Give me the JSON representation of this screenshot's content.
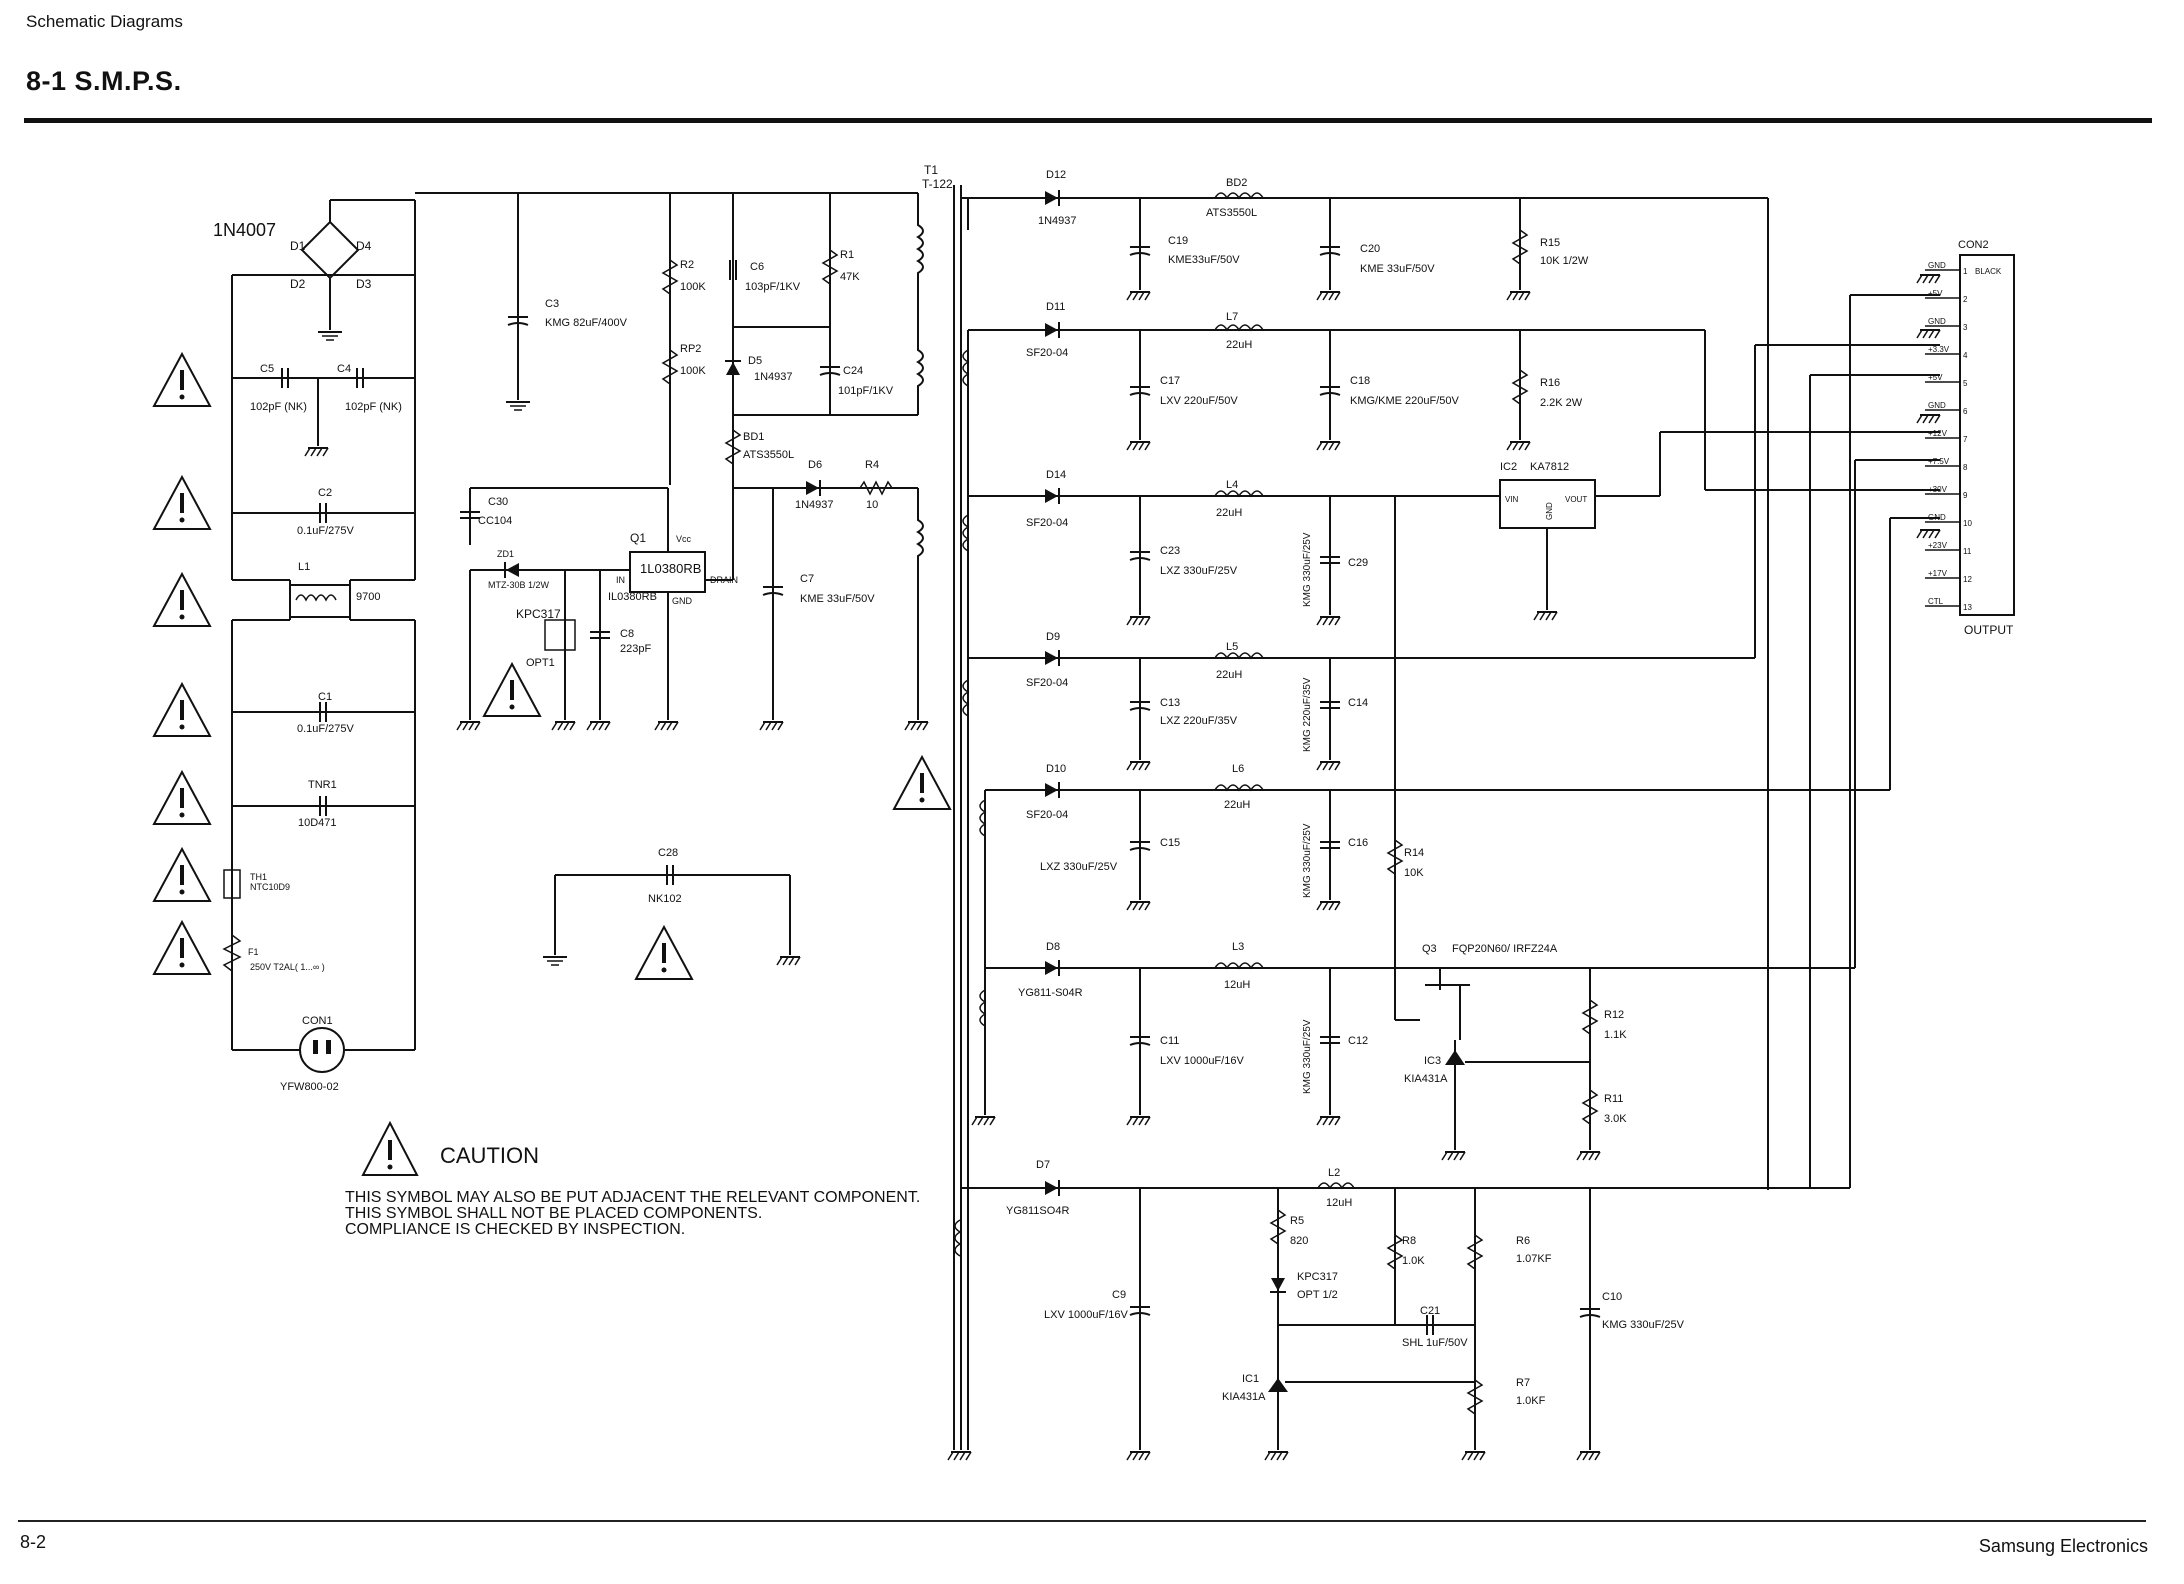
{
  "header": {
    "section_label": "Schematic Diagrams",
    "title": "8-1  S.M.P.S."
  },
  "footer": {
    "page_number": "8-2",
    "publisher": "Samsung Electronics"
  },
  "caution": {
    "title": "CAUTION",
    "lines": [
      "THIS SYMBOL MAY ALSO BE PUT ADJACENT THE RELEVANT COMPONENT.",
      "THIS SYMBOL SHALL NOT BE PLACED COMPONENTS.",
      "COMPLIANCE IS CHECKED BY INSPECTION."
    ]
  },
  "labels": {
    "bridge": "1N4007",
    "d1": "D1",
    "d2": "D2",
    "d3": "D3",
    "d4": "D4",
    "c5": "C5",
    "c5v": "102pF (NK)",
    "c4": "C4",
    "c4v": "102pF (NK)",
    "c2": "C2",
    "c2v": "0.1uF/275V",
    "l1": "L1",
    "l1v": "9700",
    "c1": "C1",
    "c1v": "0.1uF/275V",
    "tnr1": "TNR1",
    "tnr1v": "10D471",
    "th1": "TH1",
    "th1v": "NTC10D9",
    "f1": "F1",
    "f1v": "250V T2AL( 1...∞ )",
    "con1": "CON1",
    "con1v": "YFW800-02",
    "c3": "C3",
    "c3v": "KMG 82uF/400V",
    "r2": "R2",
    "r2v": "100K",
    "rp2": "RP2",
    "rp2v": "100K",
    "c6": "C6",
    "c6v": "103pF/1KV",
    "r1": "R1",
    "r1v": "47K",
    "d5": "D5",
    "d5v": "1N4937",
    "c24": "C24",
    "c24v": "101pF/1KV",
    "bd1": "BD1",
    "bd1v": "ATS3550L",
    "d6": "D6",
    "d6v": "1N4937",
    "r4": "R4",
    "r4v": "10",
    "c7": "C7",
    "c7v": "KME 33uF/50V",
    "c30": "C30",
    "c30v": "CC104",
    "zd1": "ZD1",
    "zd1v": "MTZ-30B 1/2W",
    "kpc317": "KPC317",
    "opt1": "OPT1",
    "c8": "C8",
    "c8v": "223pF",
    "q1": "Q1",
    "q1v": "1L0380RB",
    "q1sub": "IL0380RB",
    "q1vcc": "Vcc",
    "q1in": "IN",
    "q1drain": "DRAIN",
    "q1gnd": "GND",
    "c28": "C28",
    "c28v": "NK102",
    "t1": "T1",
    "t1v": "T-122",
    "d12": "D12",
    "d12v": "1N4937",
    "c19": "C19",
    "c19v": "KME33uF/50V",
    "bd2": "BD2",
    "bd2v": "ATS3550L",
    "c20": "C20",
    "c20v": "KME 33uF/50V",
    "r15": "R15",
    "r15v": "10K 1/2W",
    "d11": "D11",
    "d11v": "SF20-04",
    "l7": "L7",
    "l7v": "22uH",
    "c17": "C17",
    "c17v": "LXV 220uF/50V",
    "c18": "C18",
    "c18v": "KMG/KME 220uF/50V",
    "r16": "R16",
    "r16v": "2.2K 2W",
    "d14": "D14",
    "d14v": "SF20-04",
    "l4": "L4",
    "l4v": "22uH",
    "c23": "C23",
    "c23v": "LXZ 330uF/25V",
    "c29": "C29",
    "c29v": "KMG 330uF/25V",
    "ic2": "IC2",
    "ic2v": "KA7812",
    "ic2vin": "VIN",
    "ic2vout": "VOUT",
    "ic2gnd": "GND",
    "d9": "D9",
    "d9v": "SF20-04",
    "l5": "L5",
    "l5v": "22uH",
    "c13": "C13",
    "c13v": "LXZ 220uF/35V",
    "c14": "C14",
    "c14v": "KMG 220uF/35V",
    "d10": "D10",
    "d10v": "SF20-04",
    "l6": "L6",
    "l6v": "22uH",
    "c15": "C15",
    "c15v": "LXZ 330uF/25V",
    "c16": "C16",
    "c16v": "KMG 330uF/25V",
    "r14": "R14",
    "r14v": "10K",
    "d8": "D8",
    "d8v": "YG811-S04R",
    "l3": "L3",
    "l3v": "12uH",
    "c11": "C11",
    "c11v": "LXV 1000uF/16V",
    "c12": "C12",
    "c12v": "KMG 330uF/25V",
    "q3": "Q3",
    "q3v": "FQP20N60/ IRFZ24A",
    "r12": "R12",
    "r12v": "1.1K",
    "ic3": "IC3",
    "ic3v": "KIA431A",
    "r11": "R11",
    "r11v": "3.0K",
    "d7": "D7",
    "d7v": "YG811SO4R",
    "l2": "L2",
    "l2v": "12uH",
    "r5": "R5",
    "r5v": "820",
    "kpc317b": "KPC317",
    "opt12": "OPT 1/2",
    "r8": "R8",
    "r8v": "1.0K",
    "r6": "R6",
    "r6v": "1.07KF",
    "c9": "C9",
    "c9v": "LXV 1000uF/16V",
    "c21": "C21",
    "c21v": "SHL 1uF/50V",
    "c10": "C10",
    "c10v": "KMG 330uF/25V",
    "ic1": "IC1",
    "ic1v": "KIA431A",
    "r7": "R7",
    "r7v": "1.0KF",
    "con2": "CON2",
    "output": "OUTPUT"
  },
  "con2_pins": [
    {
      "num": "1",
      "name": "GND",
      "extra": "BLACK"
    },
    {
      "num": "2",
      "name": "+5V",
      "extra": ""
    },
    {
      "num": "3",
      "name": "GND",
      "extra": ""
    },
    {
      "num": "4",
      "name": "+3.3V",
      "extra": ""
    },
    {
      "num": "5",
      "name": "+5V",
      "extra": ""
    },
    {
      "num": "6",
      "name": "GND",
      "extra": ""
    },
    {
      "num": "7",
      "name": "+12V",
      "extra": ""
    },
    {
      "num": "8",
      "name": "+7.5V",
      "extra": ""
    },
    {
      "num": "9",
      "name": "+30V",
      "extra": ""
    },
    {
      "num": "10",
      "name": "GND",
      "extra": ""
    },
    {
      "num": "11",
      "name": "+23V",
      "extra": ""
    },
    {
      "num": "12",
      "name": "+17V",
      "extra": ""
    },
    {
      "num": "13",
      "name": "CTL",
      "extra": ""
    }
  ]
}
